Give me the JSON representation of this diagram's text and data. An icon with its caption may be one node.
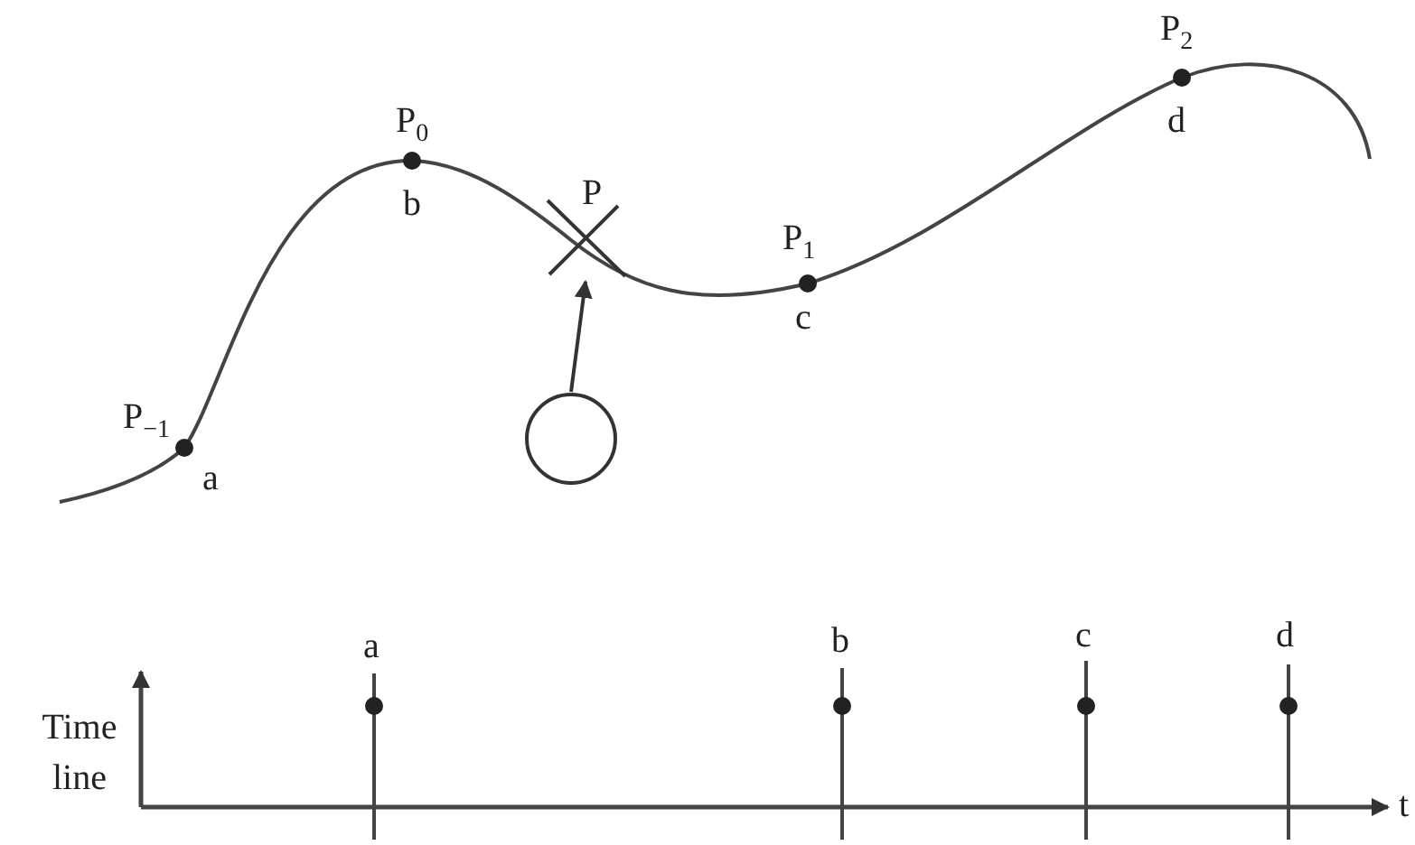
{
  "diagram": {
    "nodes": [
      {
        "text": [
          "P"
        ]
      },
      {
        "text": [],
        "shape": "circle"
      }
    ],
    "edges": [
      {
        "from": 1,
        "to": 0,
        "arrow": "to"
      }
    ],
    "labels": [
      "P$_{−1}$",
      "a",
      "P$_{0}$",
      "b",
      "P$_{1}$",
      "c",
      "P$_{2}$",
      "d",
      "a",
      "b",
      "c",
      "d",
      "Time line",
      "t"
    ]
  }
}
